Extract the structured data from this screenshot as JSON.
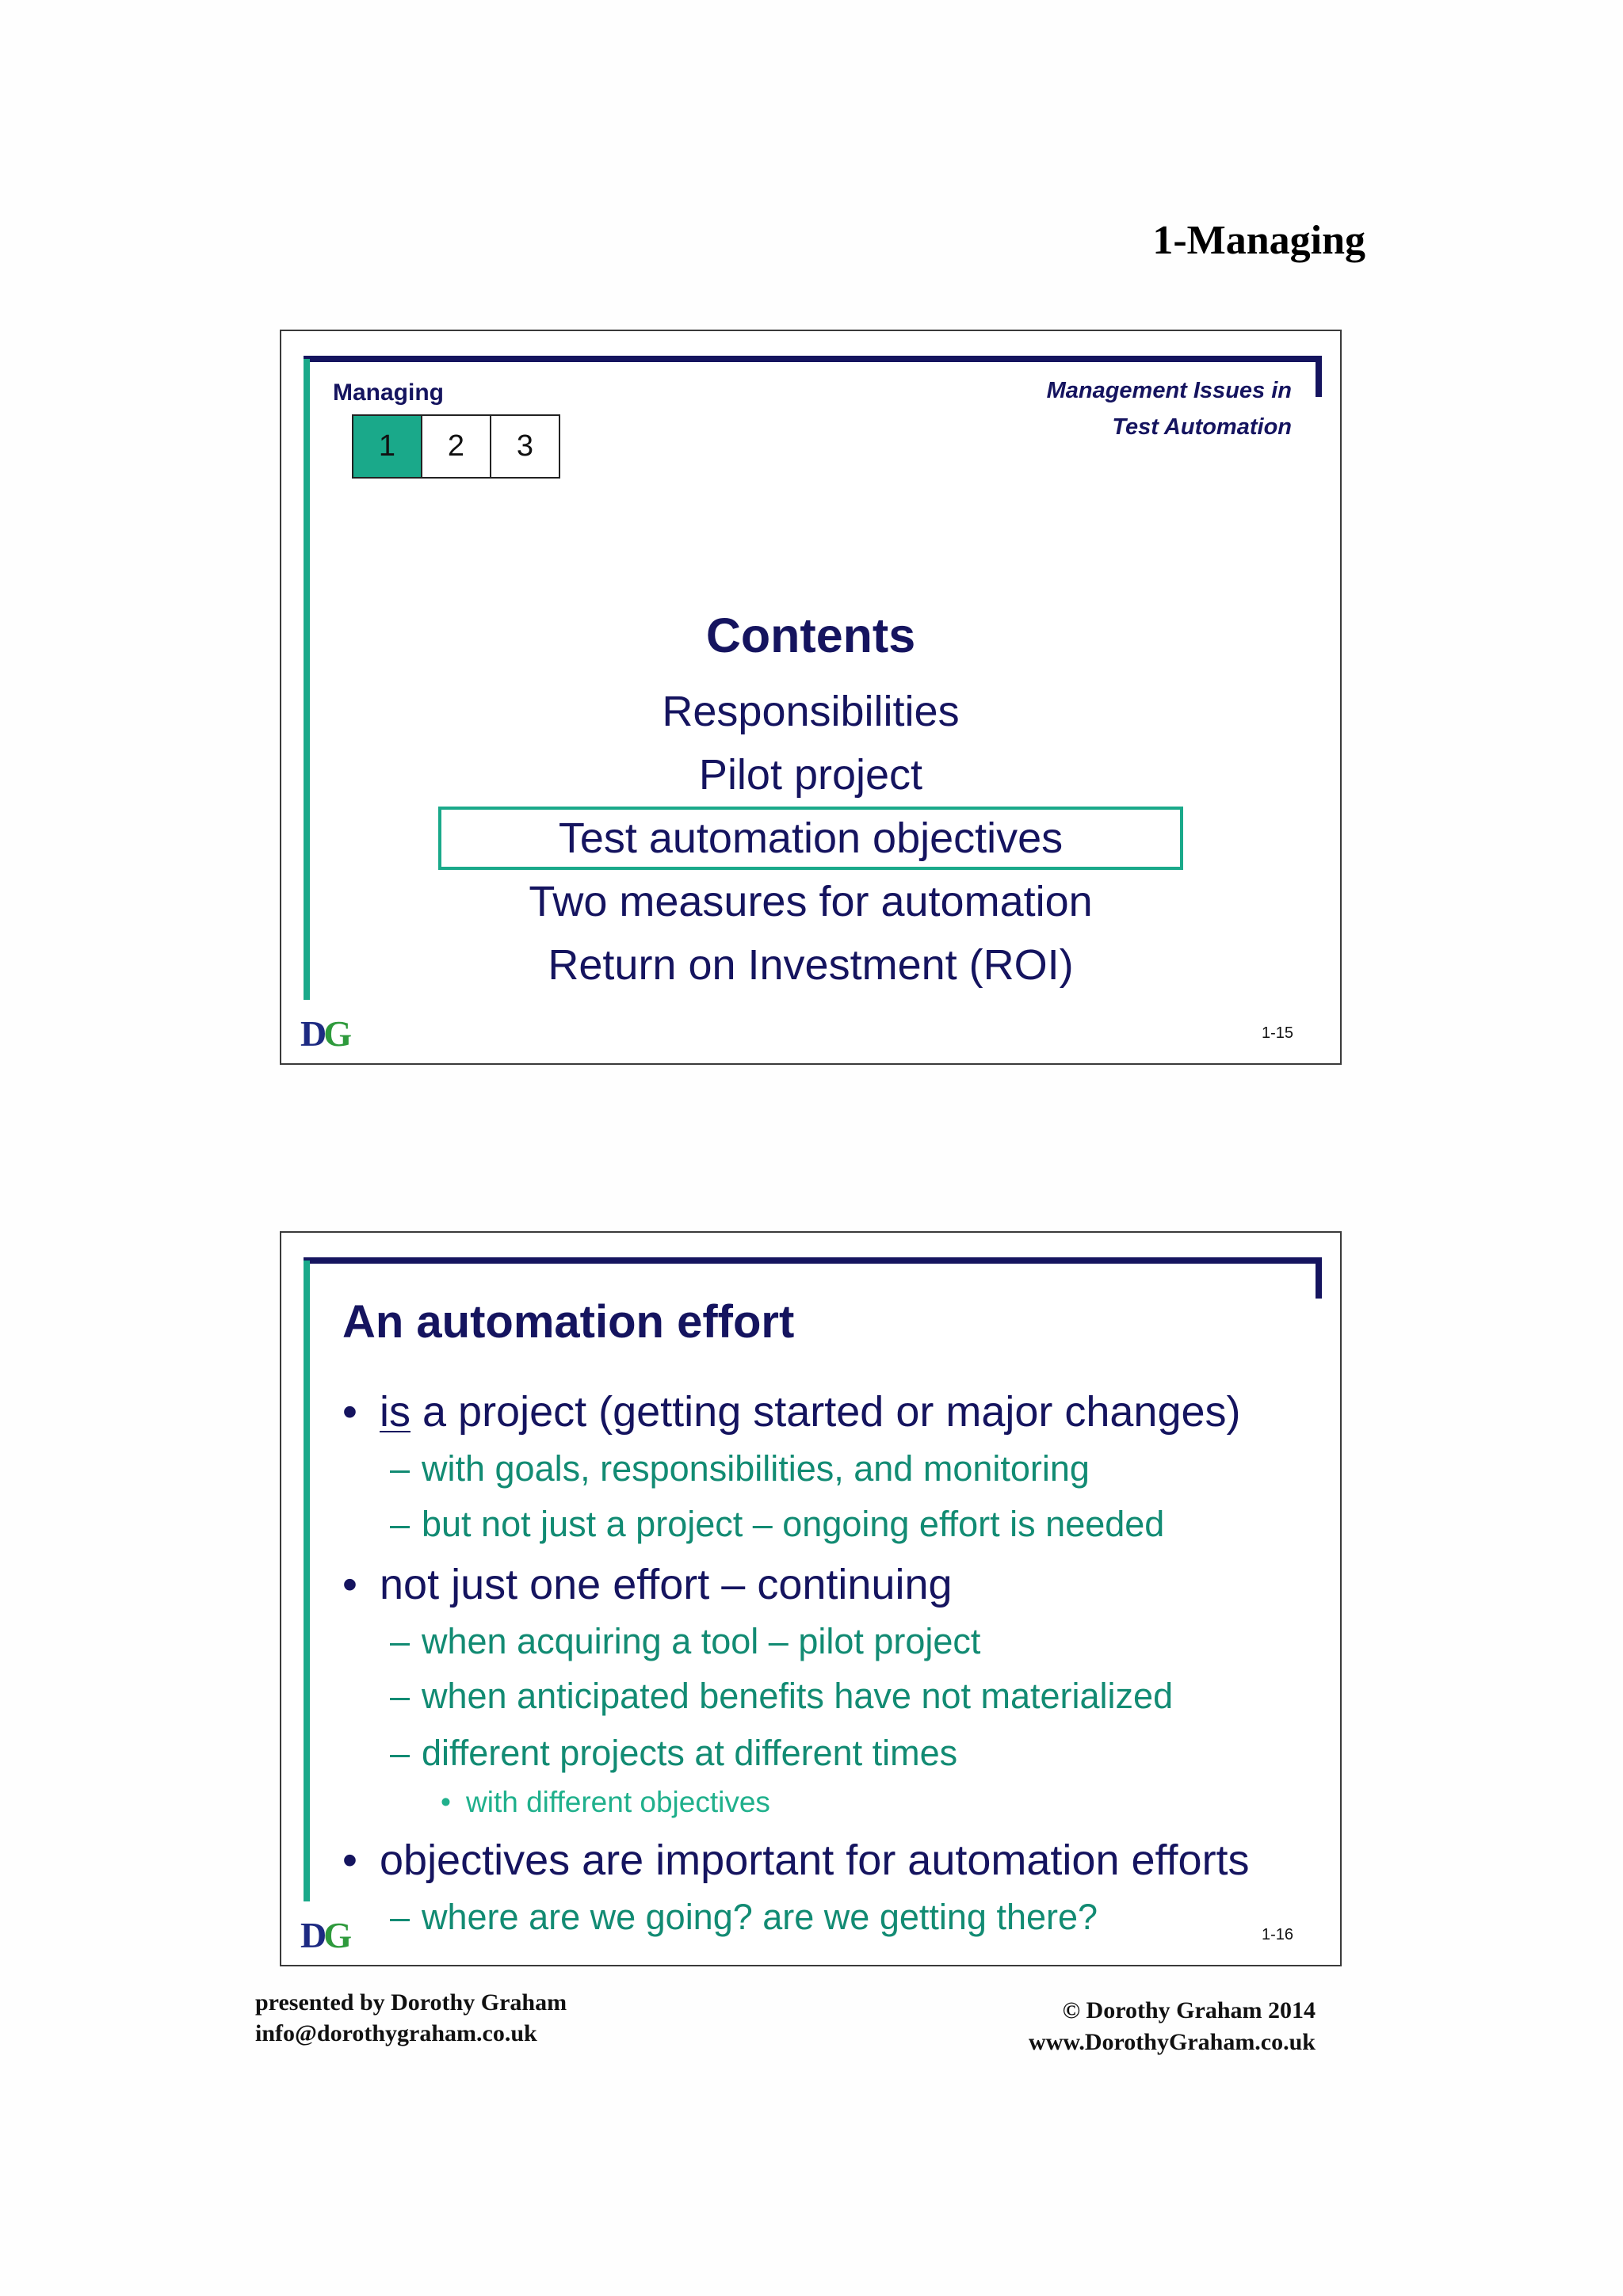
{
  "page": {
    "header": "1-Managing"
  },
  "colors": {
    "navy": "#15145f",
    "teal": "#1aa98a",
    "subtext": "#128b73",
    "subsubtext": "#20b08c",
    "logo_d": "#1d2a82",
    "logo_g": "#2e9a3c"
  },
  "slide1": {
    "section_label": "Managing",
    "section_nav": [
      {
        "label": "1",
        "active": true
      },
      {
        "label": "2",
        "active": false
      },
      {
        "label": "3",
        "active": false
      }
    ],
    "course_title": {
      "line1": "Management Issues in",
      "line2": "Test Automation"
    },
    "contents": {
      "heading": "Contents",
      "items": [
        {
          "text": "Responsibilities",
          "highlighted": false
        },
        {
          "text": "Pilot project",
          "highlighted": false
        },
        {
          "text": "Test automation objectives",
          "highlighted": true
        },
        {
          "text": "Two measures for automation",
          "highlighted": false
        },
        {
          "text": "Return on Investment (ROI)",
          "highlighted": false
        }
      ]
    },
    "logo": {
      "d": "D",
      "g": "G"
    },
    "slide_number": "1-15"
  },
  "slide2": {
    "title": "An automation effort",
    "bullets": [
      {
        "level": 1,
        "marker": "•",
        "underlined": "is",
        "text": " a project (getting started or major changes)"
      },
      {
        "level": 2,
        "marker": "–",
        "text": "with goals, responsibilities, and monitoring"
      },
      {
        "level": 2,
        "marker": "–",
        "text": "but not just a project – ongoing effort is needed"
      },
      {
        "level": 1,
        "marker": "•",
        "text": "not just one effort – continuing"
      },
      {
        "level": 2,
        "marker": "–",
        "text": "when acquiring a tool – pilot project"
      },
      {
        "level": 2,
        "marker": "–",
        "text": "when anticipated benefits have not materialized"
      },
      {
        "level": 2,
        "marker": "–",
        "text": "different projects at different times"
      },
      {
        "level": 3,
        "marker": "•",
        "text": "with different objectives"
      },
      {
        "level": 1,
        "marker": "•",
        "text": "objectives are important for automation efforts"
      },
      {
        "level": 2,
        "marker": "–",
        "text": "where are we going? are we getting there?"
      }
    ],
    "logo": {
      "d": "D",
      "g": "G"
    },
    "slide_number": "1-16"
  },
  "footer": {
    "presenter": "presented by Dorothy Graham",
    "email": "info@dorothygraham.co.uk",
    "copyright": "© Dorothy Graham 2014",
    "website": "www.DorothyGraham.co.uk"
  }
}
